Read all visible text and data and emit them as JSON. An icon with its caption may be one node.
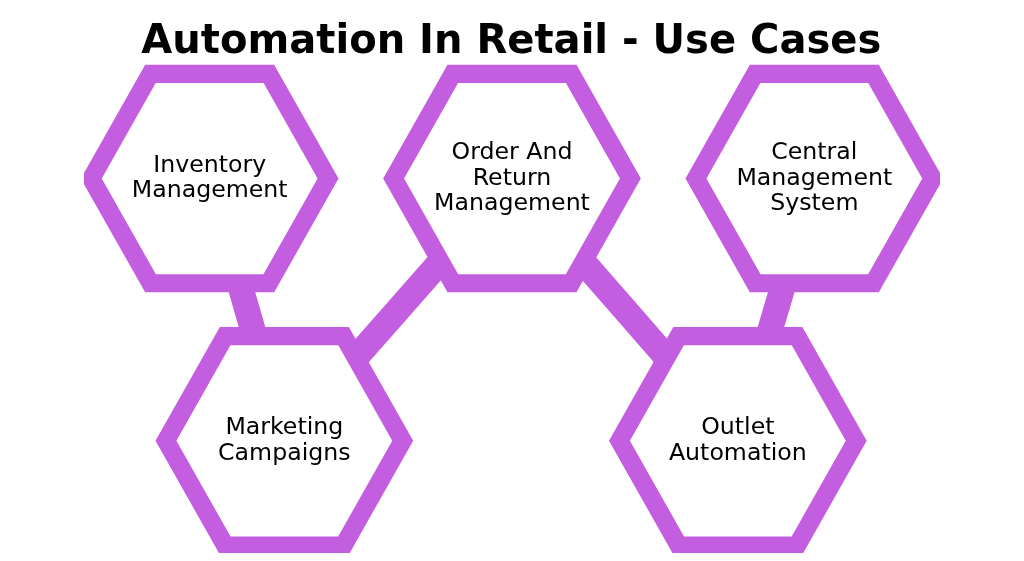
{
  "diagram": {
    "title": "Automation In Retail - Use Cases",
    "nodes": [
      {
        "text": [
          "Inventory Management"
        ]
      },
      {
        "text": [
          "Marketing Campaigns"
        ]
      },
      {
        "text": [
          "Order And Return Management"
        ]
      },
      {
        "text": [
          "Outlet Automation"
        ]
      },
      {
        "text": [
          "Central Management System"
        ]
      }
    ],
    "edges": [
      {
        "from": 0,
        "to": 1,
        "arrow": "none"
      },
      {
        "from": 1,
        "to": 2,
        "arrow": "none"
      },
      {
        "from": 2,
        "to": 3,
        "arrow": "none"
      },
      {
        "from": 3,
        "to": 4,
        "arrow": "none"
      }
    ]
  }
}
